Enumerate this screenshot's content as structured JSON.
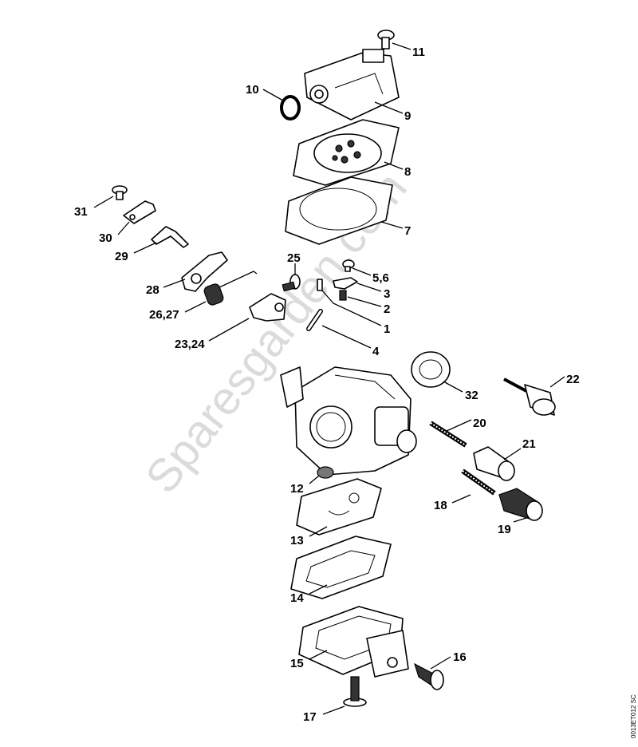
{
  "watermark": "Sparesgarden.com",
  "drawing_code": "0013ET012 SC",
  "labels": [
    "11",
    "10",
    "9",
    "8",
    "7",
    "31",
    "30",
    "29",
    "28",
    "25",
    "5,6",
    "3",
    "2",
    "26,27",
    "1",
    "23,24",
    "4",
    "22",
    "32",
    "20",
    "21",
    "12",
    "18",
    "19",
    "13",
    "14",
    "15",
    "16",
    "17"
  ]
}
